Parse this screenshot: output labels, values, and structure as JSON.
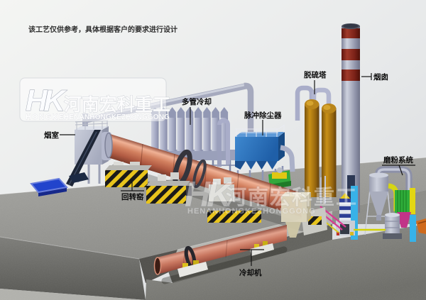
{
  "image_type": "3d-process-flow-rendering",
  "disclaimer": "该工艺仅供参考，具体根据客户的要求进行设计",
  "labels": {
    "smoke_chamber": "烟室",
    "multi_tube_cooler": "多管冷却",
    "pulse_dust_collector": "脉冲除尘器",
    "desulfurization_tower": "脱硫塔",
    "chimney": "烟囱",
    "grinding_system": "磨粉系统",
    "rotary_kiln": "回转窑",
    "cooling_machine": "冷却机"
  },
  "watermark": {
    "monogram": "HK",
    "brand_en_short": "HONGKE",
    "brand_cn": "河南宏科重工",
    "brand_en_long": "HENANHONGKEZHONGGONG"
  },
  "colors": {
    "background": "#e9ebec",
    "platform_top": "#9a9a96",
    "platform_front": "#6c6c68",
    "kiln_shell": "#cf7f5f",
    "hazard_yellow": "#e8c41c",
    "hazard_black": "#1a1a1a",
    "dust_collector_blue": "#2a72bc",
    "tower_amber": "#c08c16",
    "chimney_band_red": "#7c2218",
    "label_text": "#0b0b0b"
  }
}
